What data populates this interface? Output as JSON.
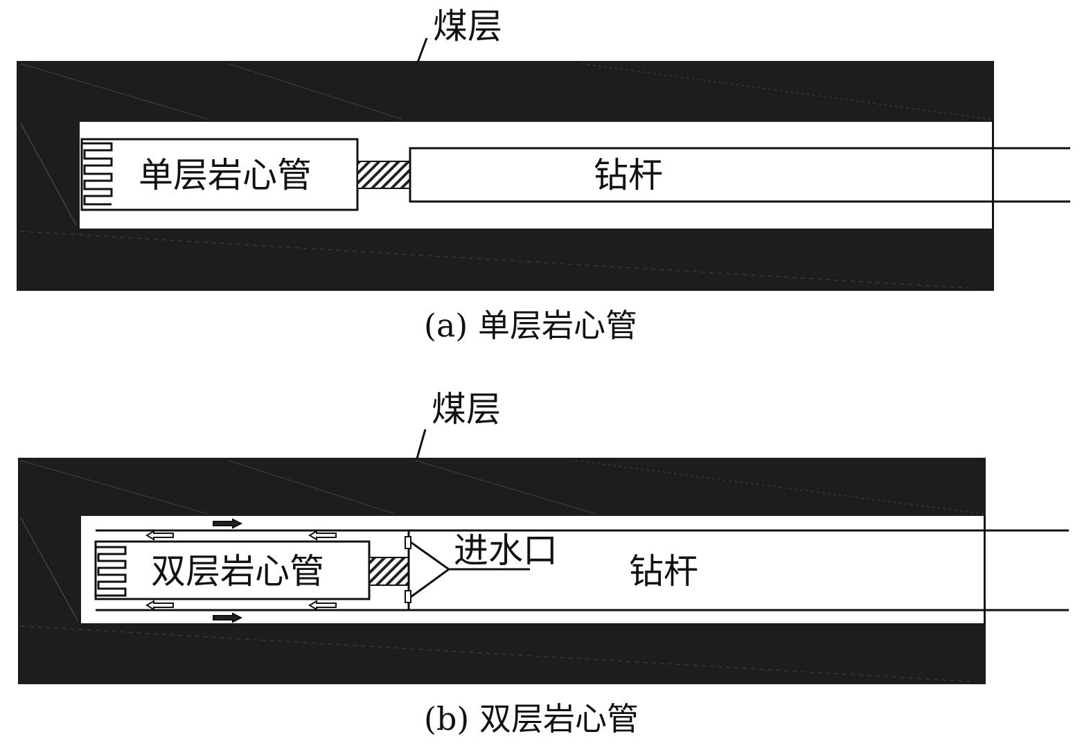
{
  "panel_a": {
    "seam_label": "煤层",
    "core_tube_label": "单层岩心管",
    "drill_rod_label": "钻杆",
    "caption": "(a) 单层岩心管"
  },
  "panel_b": {
    "seam_label": "煤层",
    "core_tube_label": "双层岩心管",
    "water_inlet_label": "进水口",
    "drill_rod_label": "钻杆",
    "caption": "(b) 双层岩心管"
  },
  "colors": {
    "coal": "#1e1c1c",
    "line": "#111111"
  }
}
